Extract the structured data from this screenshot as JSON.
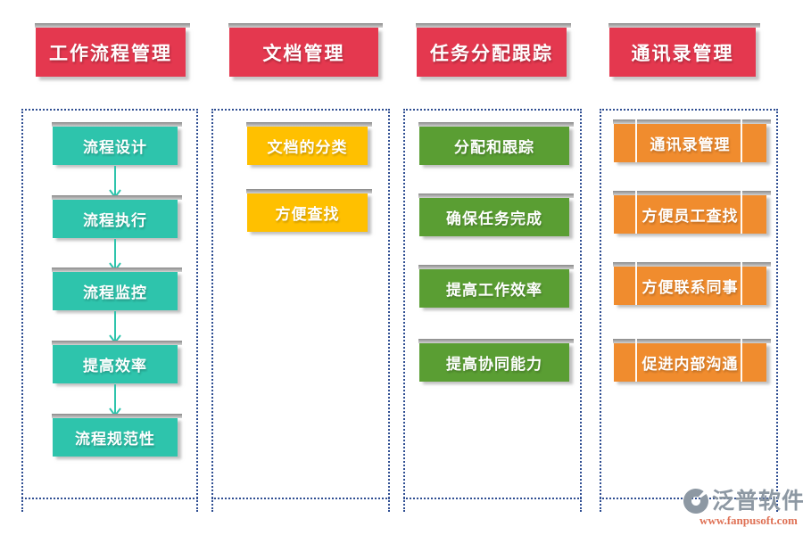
{
  "colors": {
    "header-bg": "#E4384F",
    "teal": "#2EC4AC",
    "yellow": "#FFC000",
    "green": "#5A9E33",
    "orange": "#F08C2E",
    "frame-border": "#2F4E92",
    "cap-dark": "#8A8A8A",
    "cap-light": "#D2D2D2",
    "watermark-gray": "#8D98A3",
    "watermark-link": "#DF7155"
  },
  "columns": [
    {
      "title": "工作流程管理",
      "items": [
        "流程设计",
        "流程执行",
        "流程监控",
        "提高效率",
        "流程规范性"
      ]
    },
    {
      "title": "文档管理",
      "items": [
        "文档的分类",
        "方便查找"
      ]
    },
    {
      "title": "任务分配跟踪",
      "items": [
        "分配和跟踪",
        "确保任务完成",
        "提高工作效率",
        "提高协同能力"
      ]
    },
    {
      "title": "通讯录管理",
      "items": [
        "通讯录管理",
        "方便员工查找",
        "方便联系同事",
        "促进内部沟通"
      ]
    }
  ],
  "watermark": {
    "brand": "泛普软件",
    "url": "www.fanpusoft.com",
    "logo": "fanpu-swirl-icon"
  }
}
